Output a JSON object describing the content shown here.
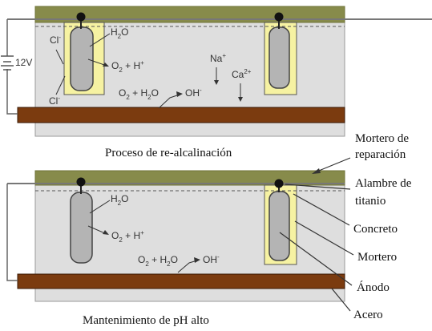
{
  "panels": {
    "top": {
      "caption": "Proceso de re-alcalinación",
      "voltage": "12V",
      "chloride_1": "Cl",
      "chloride_2": "Cl",
      "water": "H",
      "oxygen_proton": "O",
      "reaction_left": "O",
      "hydroxide": "OH",
      "sodium": "Na",
      "calcium": "Ca"
    },
    "bottom": {
      "caption": "Mantenimiento de pH alto",
      "water": "H",
      "oxygen_proton": "O",
      "reaction_left": "O",
      "hydroxide": "OH"
    }
  },
  "labels": {
    "repair_mortar": [
      "Mortero de",
      "reparación"
    ],
    "titanium_wire": [
      "Alambre de",
      "titanio"
    ],
    "concrete": "Concreto",
    "mortar": "Mortero",
    "anode": "Ánodo",
    "steel": "Acero"
  },
  "colors": {
    "concrete": "#dedede",
    "repair_mortar": "#878b4b",
    "mortar_fill": "#f6f2a2",
    "anode_fill": "#b4b4b4",
    "steel": "#7b3b0f",
    "wire": "#666666",
    "node": "#111111"
  }
}
